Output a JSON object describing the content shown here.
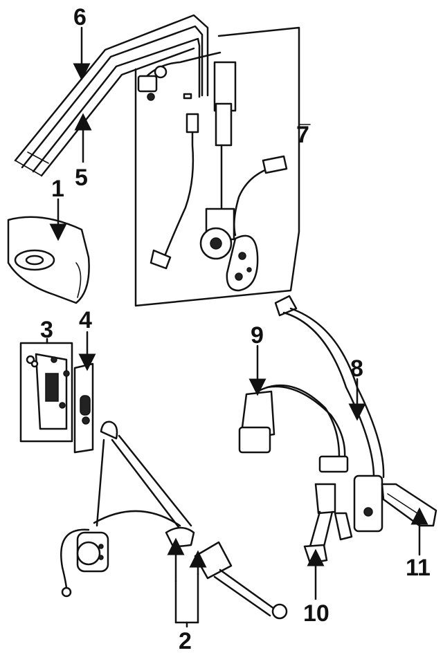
{
  "callouts": [
    "1",
    "2",
    "3",
    "4",
    "5",
    "6",
    "7",
    "8",
    "9",
    "10",
    "11"
  ],
  "colors": {
    "ink": "#111111",
    "background": "#ffffff"
  }
}
